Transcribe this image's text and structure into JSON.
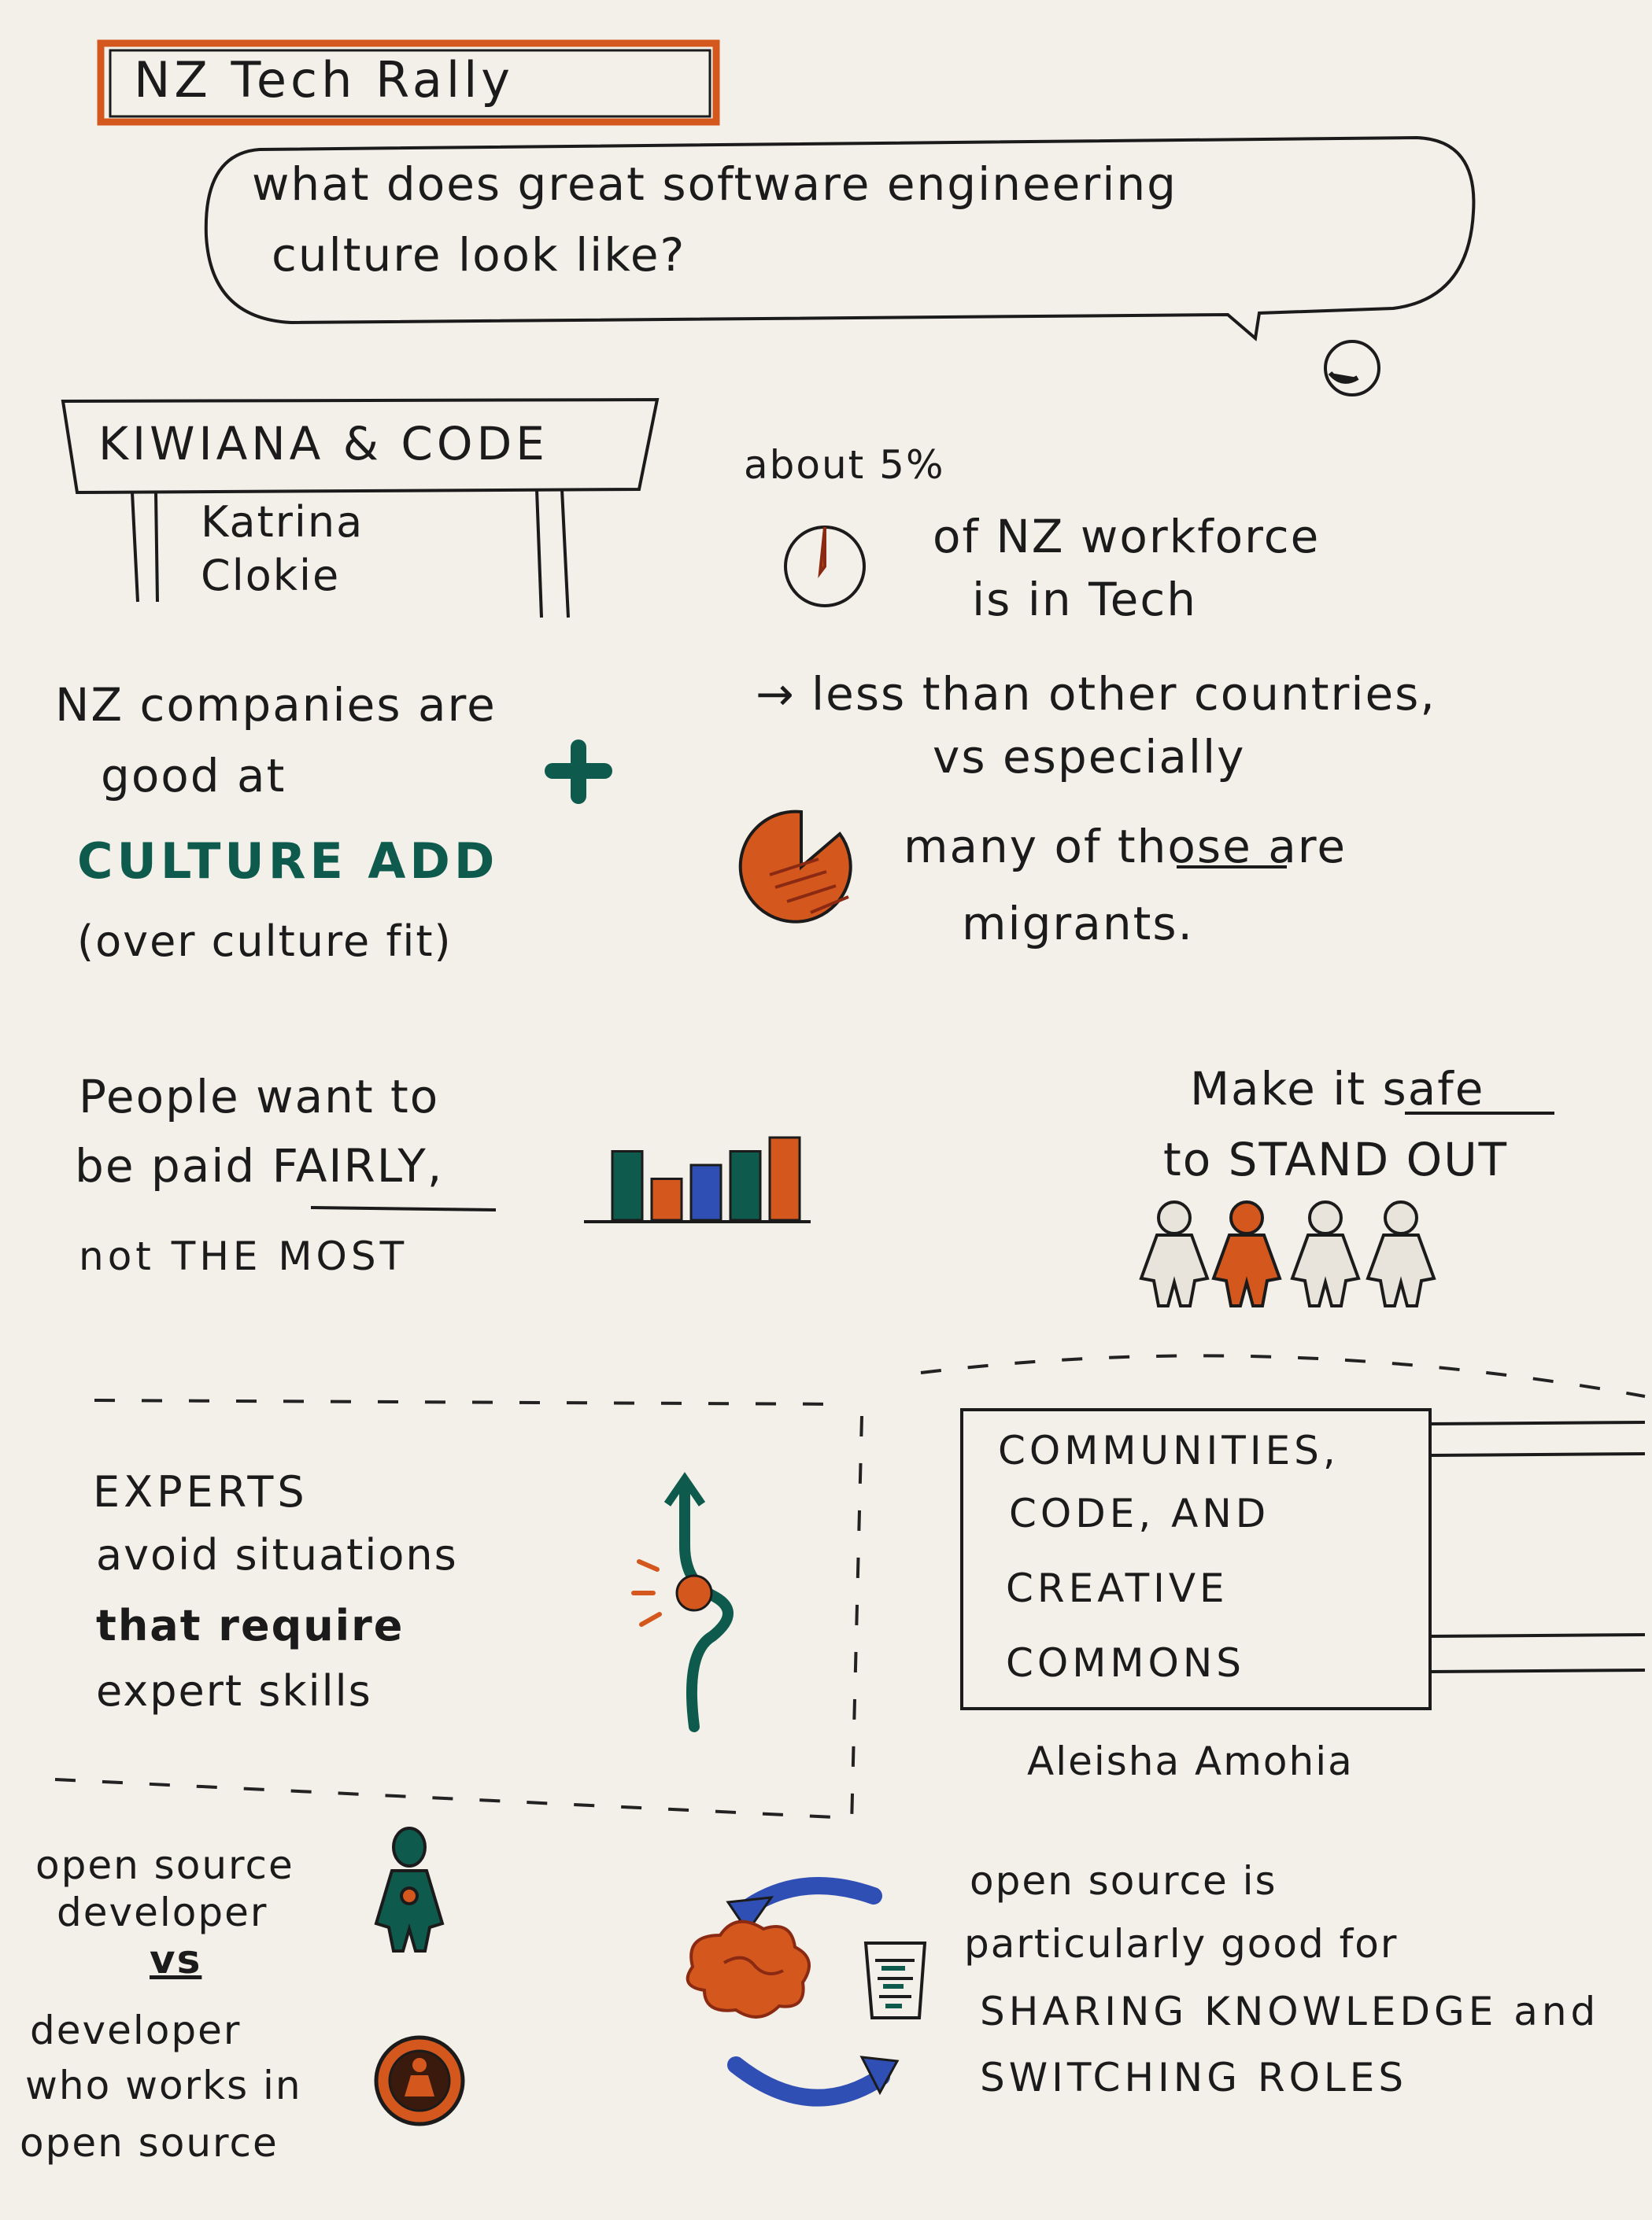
{
  "title": "NZ Tech Rally",
  "question": [
    "what does great software engineering",
    "culture look like?"
  ],
  "talk1": {
    "title": "KIWIANA & CODE",
    "speaker": [
      "Katrina",
      "Clokie"
    ]
  },
  "stat": {
    "about": "about 5%",
    "workforce": [
      "of NZ workforce",
      "is in Tech"
    ],
    "less": [
      "→ less than other countries,",
      "vs especially"
    ],
    "migrants": [
      "many of those are",
      "migrants."
    ],
    "share": 0.05
  },
  "companies": {
    "lines": [
      "NZ companies are",
      "good at"
    ],
    "emphasis": "CULTURE ADD",
    "note": "(over culture fit)"
  },
  "fair": {
    "lines": [
      "People want to",
      "be paid FAIRLY,"
    ],
    "note": "not THE MOST"
  },
  "safe": {
    "lines": [
      "Make it safe",
      "to STAND OUT"
    ]
  },
  "experts": {
    "lines": [
      "EXPERTS",
      "avoid situations",
      "that require",
      "expert skills"
    ]
  },
  "talk2": {
    "title": [
      "COMMUNITIES,",
      "CODE, AND",
      "CREATIVE",
      "COMMONS"
    ],
    "speaker": "Aleisha Amohia"
  },
  "open_source": {
    "developer": [
      "open source",
      "developer"
    ],
    "vs": "vs",
    "works_in": [
      "developer",
      "who works in",
      "open source"
    ],
    "good": [
      "open source is",
      "particularly good for",
      "SHARING KNOWLEDGE and",
      "SWITCHING ROLES"
    ]
  },
  "colors": {
    "orange": "#d4581e",
    "teal": "#0e5b4d",
    "blue": "#2f4fb5",
    "ink": "#1b1b1b",
    "paper": "#f3efe9"
  },
  "chart_data": {
    "type": "bar",
    "values": [
      5,
      3,
      4,
      5,
      6
    ],
    "colors": [
      "#0e5b4d",
      "#d4581e",
      "#2f4fb5",
      "#0e5b4d",
      "#d4581e"
    ]
  }
}
